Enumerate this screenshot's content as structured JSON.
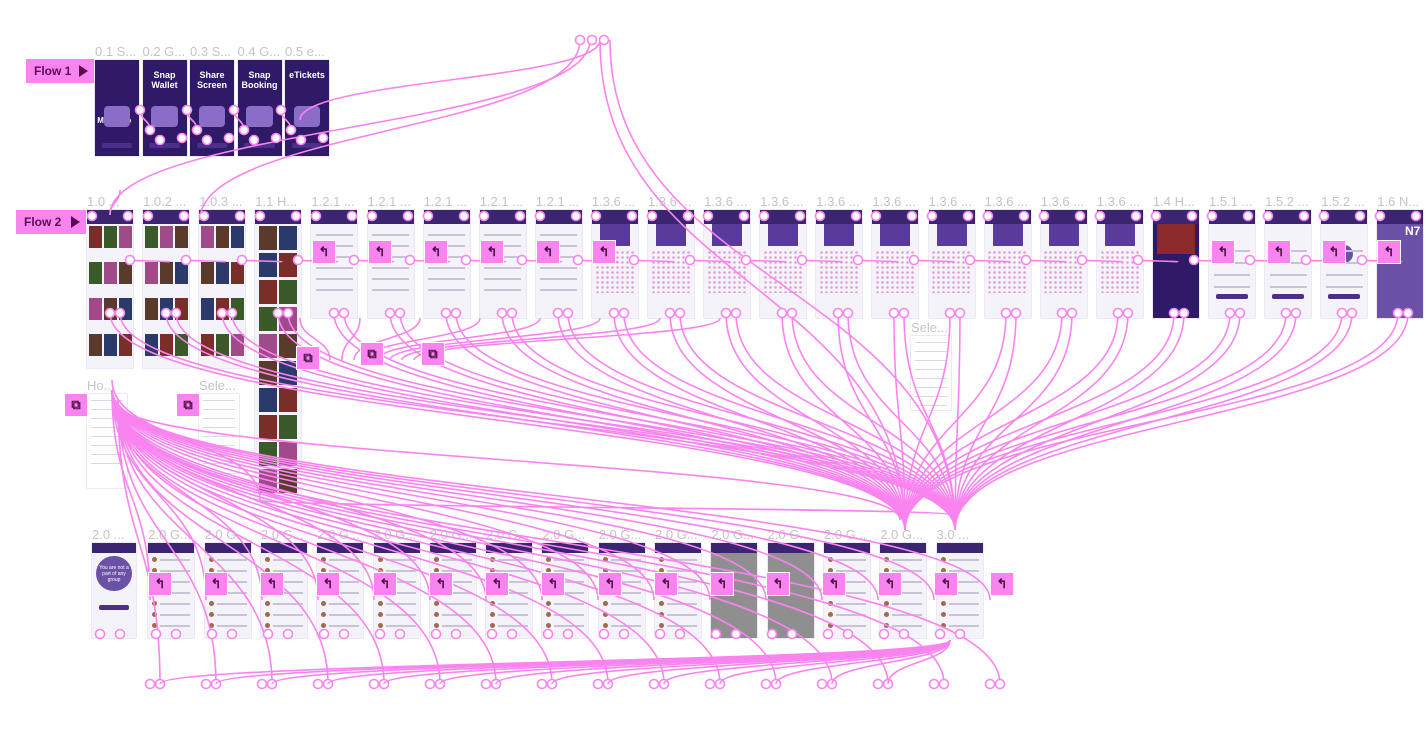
{
  "canvas": {
    "background": "#ffffff",
    "wire_color": "#f984f0",
    "accent_color": "#3b2470",
    "label_color": "#b3b3b3"
  },
  "flows": [
    {
      "label": "Flow 1",
      "icon": "play-triangle-icon"
    },
    {
      "label": "Flow 2",
      "icon": "play-triangle-icon"
    }
  ],
  "row1": [
    {
      "label": "0.1 S...",
      "title": "",
      "promo": "MoTiBoo"
    },
    {
      "label": "0.2 G...",
      "title": "Snap Wallet",
      "promo": ""
    },
    {
      "label": "0.3 S...",
      "title": "Share Screen",
      "promo": ""
    },
    {
      "label": "0.4 G...",
      "title": "Snap Booking",
      "promo": ""
    },
    {
      "label": "0.5 e...",
      "title": "eTickets",
      "promo": ""
    }
  ],
  "row2": [
    {
      "label": "1.0 ..."
    },
    {
      "label": "1.0.2 ..."
    },
    {
      "label": "1.0.3 ..."
    },
    {
      "label": "1.1 H..."
    },
    {
      "label": "1.2.1 ..."
    },
    {
      "label": "1.2.1 ..."
    },
    {
      "label": "1.2.1 ..."
    },
    {
      "label": "1.2.1 ..."
    },
    {
      "label": "1.2.1 ..."
    },
    {
      "label": "1.3.6 ..."
    },
    {
      "label": "1.3.6 ..."
    },
    {
      "label": "1.3.6 ..."
    },
    {
      "label": "1.3.6 ..."
    },
    {
      "label": "1.3.6 ..."
    },
    {
      "label": "1.3.6 ..."
    },
    {
      "label": "1.3.6 ..."
    },
    {
      "label": "1.3.6 ..."
    },
    {
      "label": "1.3.6 ..."
    },
    {
      "label": "1.3.6 ..."
    },
    {
      "label": "1.4 H..."
    },
    {
      "label": "1.5.1 ..."
    },
    {
      "label": "1.5.2 ..."
    },
    {
      "label": "1.5.2 ..."
    },
    {
      "label": "1.6 N..."
    }
  ],
  "row2_last_badge": "N7",
  "aux": [
    {
      "label": "Ho..."
    },
    {
      "label": "Sele..."
    },
    {
      "label": "Sele..."
    }
  ],
  "row3": [
    {
      "label": "2.0 ..."
    },
    {
      "label": "2.0 G..."
    },
    {
      "label": "2.0 G..."
    },
    {
      "label": "2.0 G..."
    },
    {
      "label": "2.0 G..."
    },
    {
      "label": "2.0 G..."
    },
    {
      "label": "2.0 G..."
    },
    {
      "label": "2.0 G..."
    },
    {
      "label": "2.0 G..."
    },
    {
      "label": "2.0 G..."
    },
    {
      "label": "2.0 G..."
    },
    {
      "label": "2.0 G..."
    },
    {
      "label": "2.0 G..."
    },
    {
      "label": "2.0 G..."
    },
    {
      "label": "2.0 G..."
    },
    {
      "label": "3.0 ..."
    }
  ],
  "row3_first_text": "You are not a part of any group",
  "hotspots": {
    "back_icon": "↰",
    "overlay_icon": "⧉"
  }
}
